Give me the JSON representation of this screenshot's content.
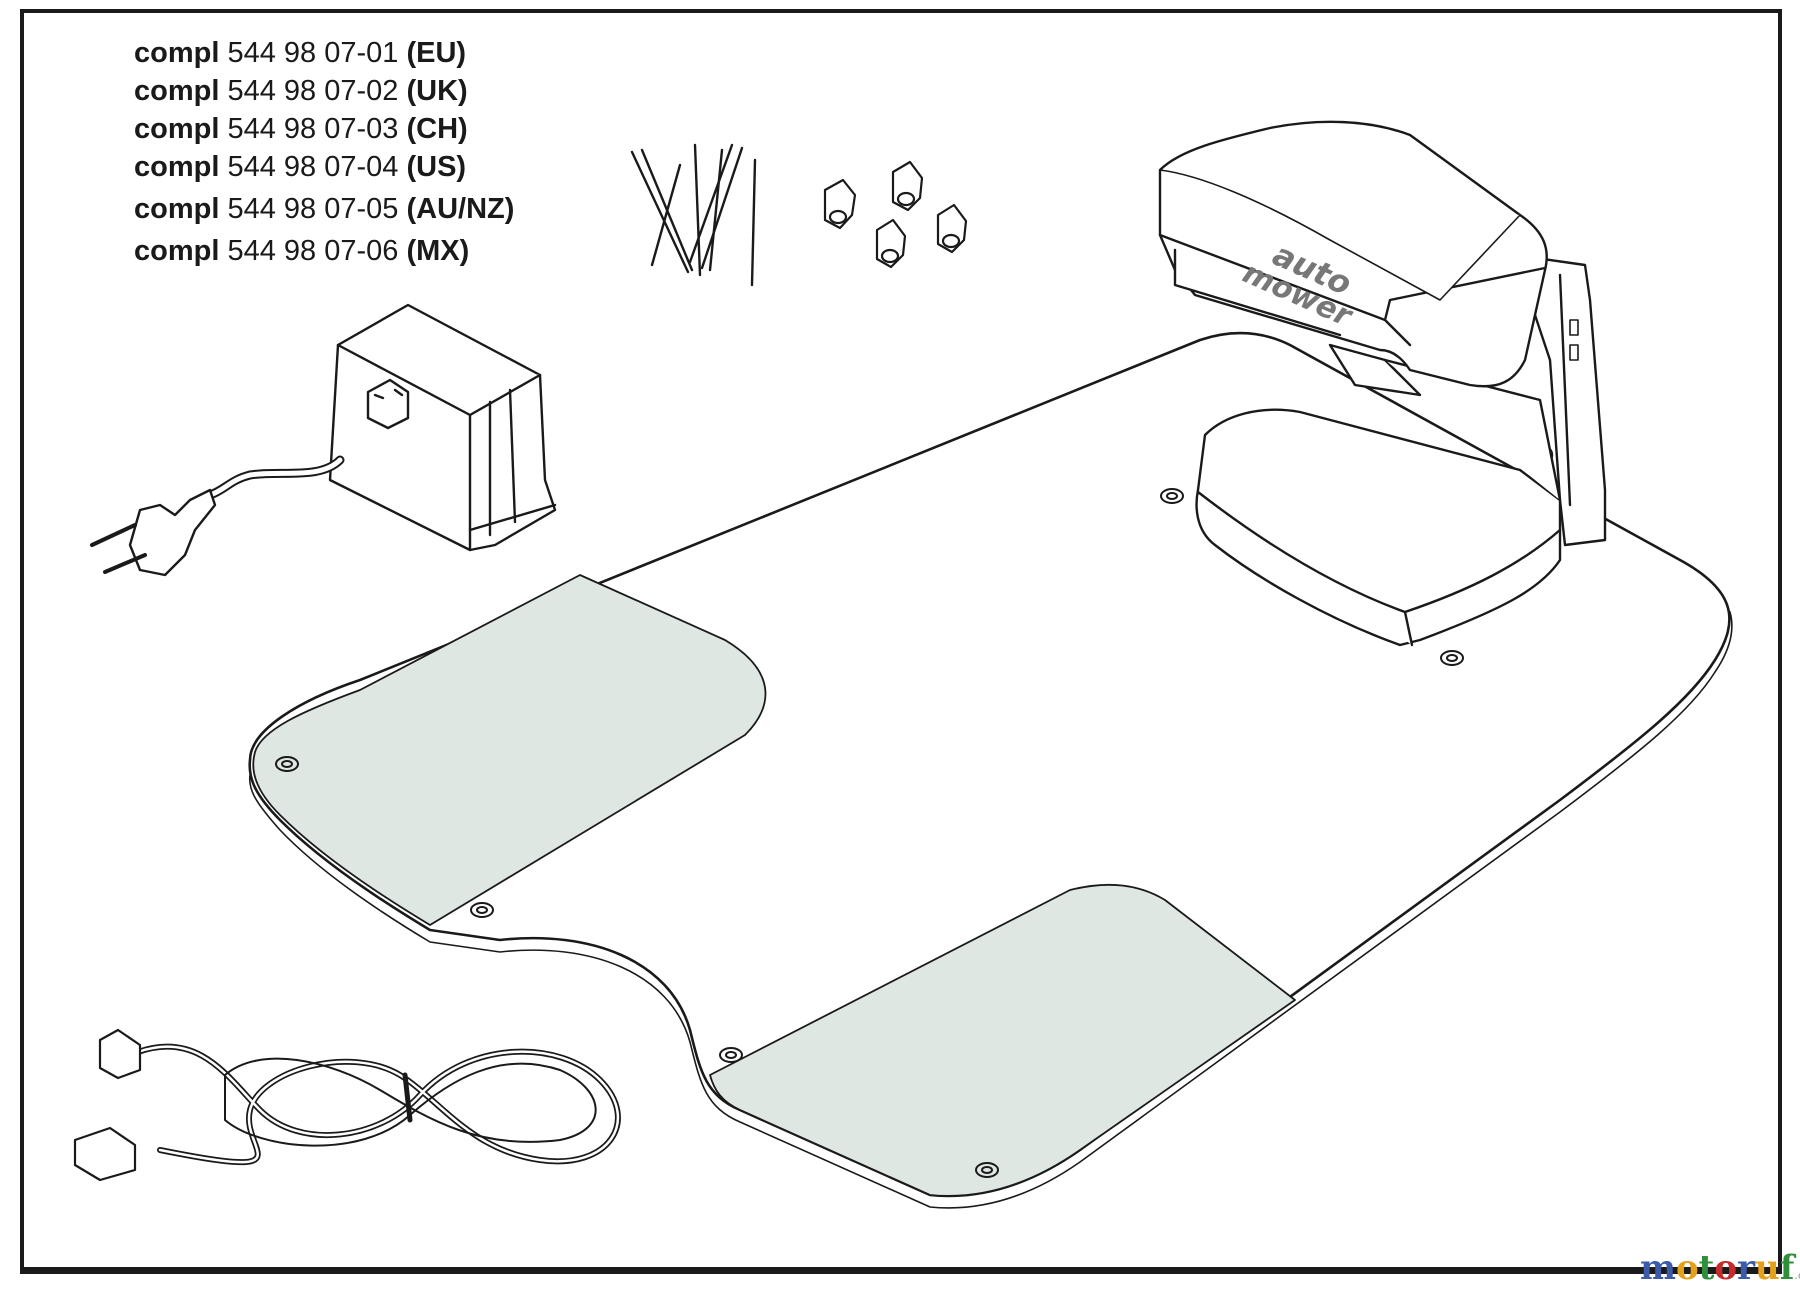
{
  "parts": [
    {
      "prefix": "compl",
      "number": "544 98 07-01",
      "region": "(EU)"
    },
    {
      "prefix": "compl",
      "number": "544 98 07-02",
      "region": "(UK)"
    },
    {
      "prefix": "compl",
      "number": "544 98 07-03",
      "region": "(CH)"
    },
    {
      "prefix": "compl",
      "number": "544 98 07-04",
      "region": "(US)"
    },
    {
      "prefix": "compl",
      "number": "544 98 07-05",
      "region": "(AU/NZ)"
    },
    {
      "prefix": "compl",
      "number": "544 98 07-06",
      "region": "(MX)"
    }
  ],
  "station_logo": {
    "line1": "auto",
    "line2": "mower"
  },
  "watermark": {
    "letters": [
      "m",
      "o",
      "t",
      "o",
      "r",
      "u",
      "f"
    ],
    "letter_colors": [
      "#3b5aa8",
      "#e3a21a",
      "#2f8f3a",
      "#c62b2b",
      "#3b5aa8",
      "#e3a21a",
      "#2f8f3a"
    ],
    "suffix": ".de"
  },
  "colors": {
    "line": "#1a1a1a",
    "shaded_area": "#dfe7e3",
    "frame": "#1a1a1a"
  }
}
